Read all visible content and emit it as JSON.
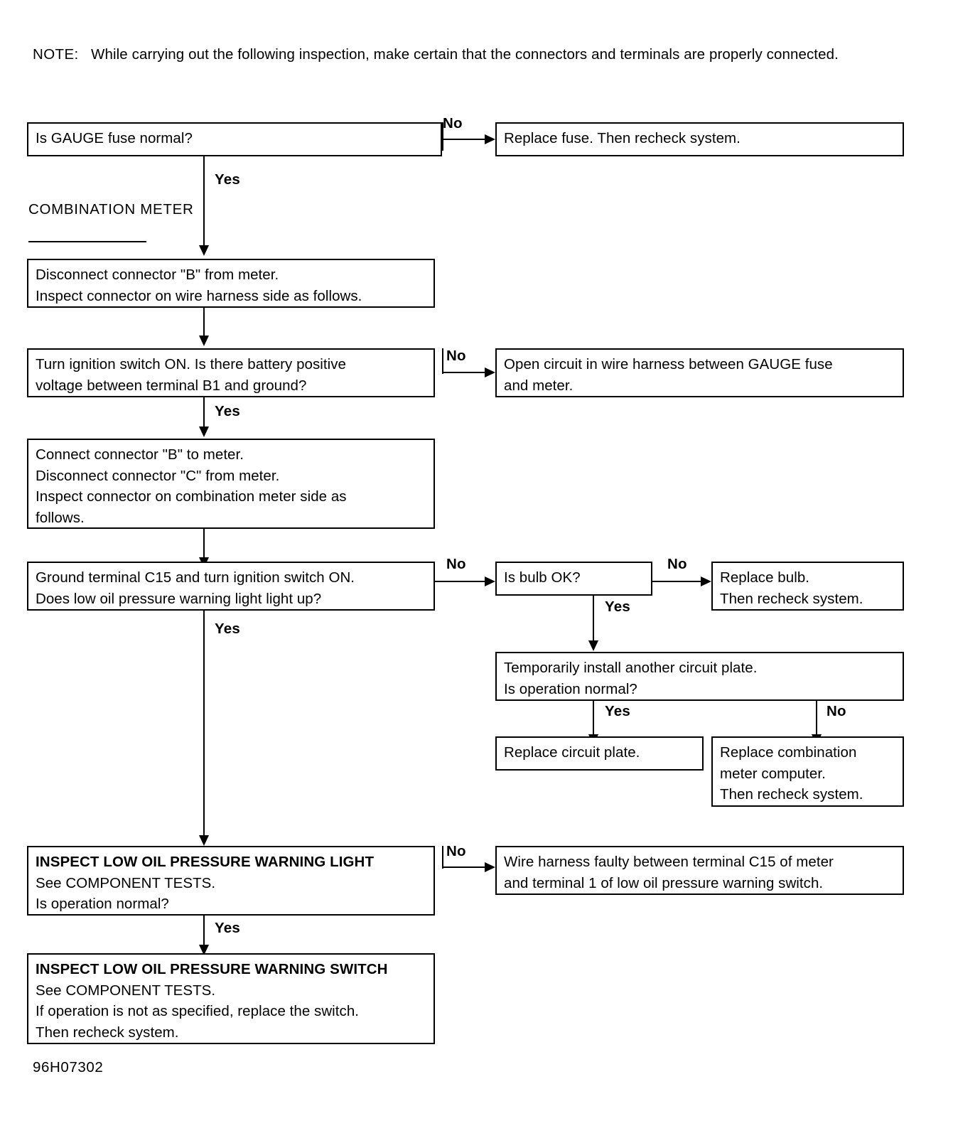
{
  "note": {
    "label": "NOTE:",
    "text": "While carrying out the following inspection, make certain that the connectors and terminals are properly connected."
  },
  "group_label": {
    "line1": "COMBINATION",
    "line2": "METER"
  },
  "figure_id": "96H07302",
  "branch_labels": {
    "no": "No",
    "yes": "Yes"
  },
  "boxes": {
    "gauge_fuse": {
      "l1": "Is GAUGE fuse normal?"
    },
    "replace_fuse": {
      "l1": "Replace fuse. Then recheck system."
    },
    "disconnect_b": {
      "l1": "Disconnect connector \"B\" from meter.",
      "l2": "Inspect connector on wire harness side as follows."
    },
    "ignition_b1": {
      "l1": "Turn ignition switch ON. Is there battery positive",
      "l2": "voltage between terminal B1 and ground?"
    },
    "open_circuit": {
      "l1": "Open circuit in wire harness between GAUGE fuse",
      "l2": "and meter."
    },
    "connect_b_disconnect_c": {
      "l1": "Connect connector \"B\" to meter.",
      "l2": "Disconnect connector \"C\" from meter.",
      "l3": "Inspect connector on combination meter side as",
      "l4": "follows."
    },
    "ground_c15": {
      "l1": "Ground terminal C15 and turn ignition switch ON.",
      "l2": "Does low oil pressure warning light light up?"
    },
    "bulb_ok": {
      "l1": "Is bulb OK?"
    },
    "replace_bulb": {
      "l1": "Replace bulb.",
      "l2": "Then recheck system."
    },
    "circuit_plate": {
      "l1": "Temporarily install another circuit plate.",
      "l2": "Is operation normal?"
    },
    "replace_circuit_plate": {
      "l1": "Replace circuit plate."
    },
    "replace_meter_computer": {
      "l1": "Replace combination",
      "l2": "meter computer.",
      "l3": "Then recheck system."
    },
    "inspect_warning_light": {
      "l1": "INSPECT LOW OIL PRESSURE WARNING LIGHT",
      "l2": "See COMPONENT TESTS.",
      "l3": "Is operation normal?"
    },
    "wire_harness_faulty": {
      "l1": "Wire harness faulty between terminal C15 of meter",
      "l2": "and terminal 1 of low oil pressure warning switch."
    },
    "inspect_warning_switch": {
      "l1": "INSPECT LOW OIL PRESSURE WARNING SWITCH",
      "l2": "See COMPONENT TESTS.",
      "l3": "If operation is not as specified, replace the switch.",
      "l4": "Then recheck system."
    }
  }
}
